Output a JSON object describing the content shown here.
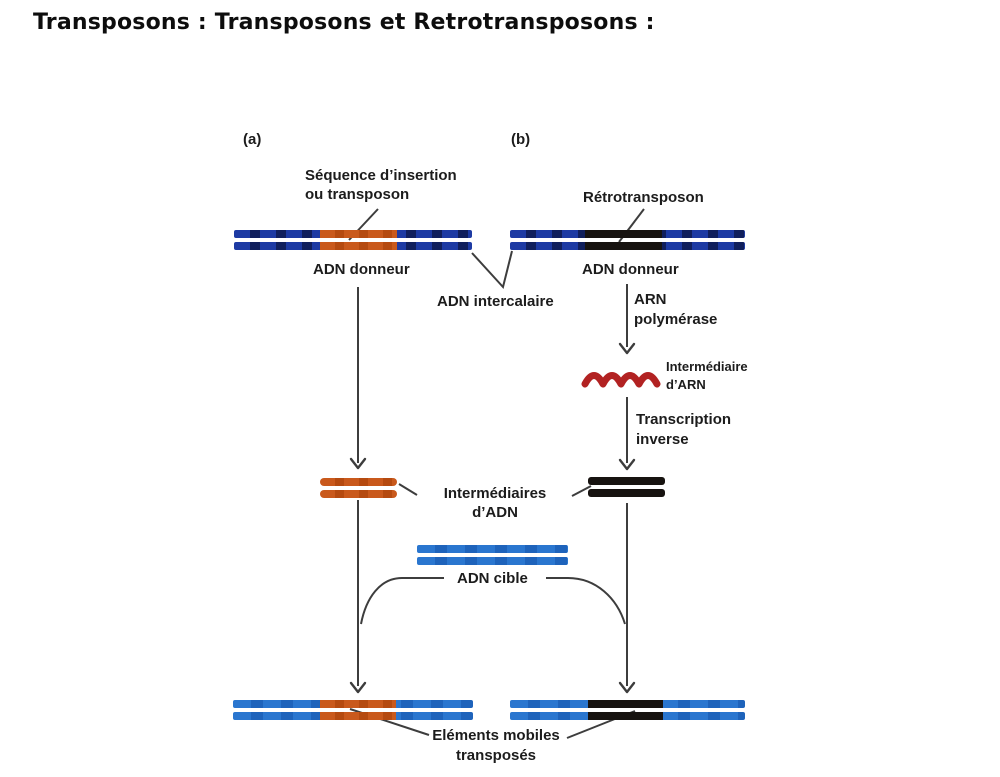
{
  "page": {
    "title": "Transposons : Transposons et Retrotransposons :"
  },
  "diagram": {
    "panel_a_label": "(a)",
    "panel_b_label": "(b)",
    "labels": {
      "sequence_insertion_line1": "Séquence d’insertion",
      "sequence_insertion_line2": "ou transposon",
      "adn_donneur_a": "ADN donneur",
      "retrotransposon": "Rétrotransposon",
      "adn_donneur_b": "ADN donneur",
      "adn_intercalaire": "ADN intercalaire",
      "arn_polymerase_line1": "ARN",
      "arn_polymerase_line2": "polymérase",
      "intermediaire_arn_line1": "Intermédiaire",
      "intermediaire_arn_line2": "d’ARN",
      "transcription_inverse_line1": "Transcription",
      "transcription_inverse_line2": "inverse",
      "intermediaires_adn_line1": "Intermédiaires",
      "intermediaires_adn_line2": "d’ADN",
      "adn_cible": "ADN cible",
      "elements_mobiles_line1": "Eléments mobiles",
      "elements_mobiles_line2": "transposés"
    },
    "colors": {
      "dna_navy": "#1d3aa3",
      "dna_navy_dark": "#101f5c",
      "dna_light_blue": "#2a76cf",
      "dna_light_blue_dark": "#1e63bb",
      "transposon_orange": "#c9591c",
      "transposon_orange_dark": "#b54a10",
      "retrotransposon_black": "#171310",
      "rna_red": "#b22222",
      "line_color": "#3d3d3d"
    }
  }
}
